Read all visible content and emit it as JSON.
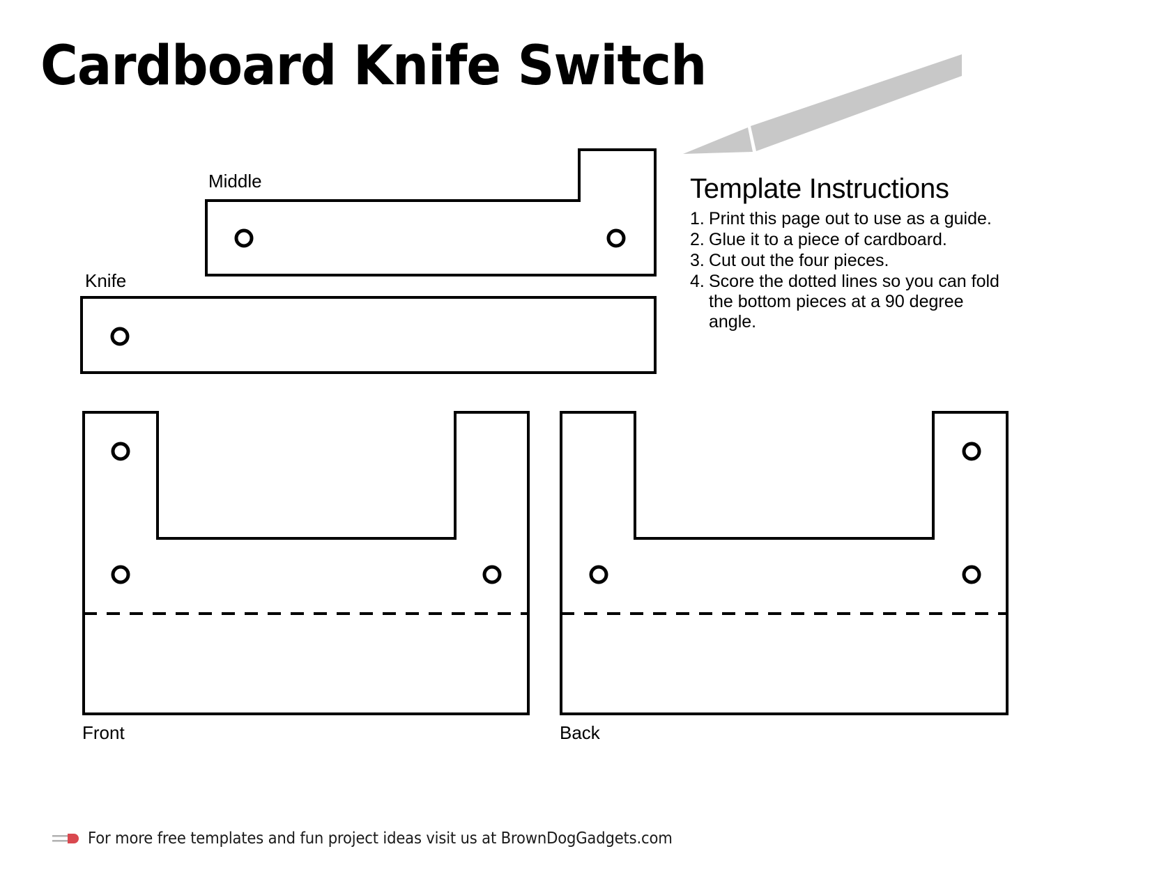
{
  "page": {
    "title": "Cardboard Knife Switch",
    "background_color": "#ffffff",
    "ink_color": "#000000"
  },
  "decoration": {
    "blade_icon": "craft-knife-icon",
    "blade_color": "#c8c8c8"
  },
  "instructions": {
    "heading": "Template Instructions",
    "steps": [
      {
        "num": "1.",
        "text": "Print this page out to use as a guide."
      },
      {
        "num": "2.",
        "text": "Glue it to a piece of cardboard."
      },
      {
        "num": "3.",
        "text": "Cut out the four pieces."
      },
      {
        "num": "4.",
        "text": "Score the dotted lines so you can fold the bottom pieces at a 90 degree angle."
      }
    ]
  },
  "pieces": {
    "middle": {
      "label": "Middle",
      "holes": 2,
      "fold_line": false
    },
    "knife": {
      "label": "Knife",
      "holes": 1,
      "fold_line": false
    },
    "front": {
      "label": "Front",
      "holes": 3,
      "fold_line": true
    },
    "back": {
      "label": "Back",
      "holes": 3,
      "fold_line": true
    }
  },
  "footer": {
    "icon": "led-icon",
    "text": "For more free templates and fun project ideas visit us at BrownDogGadgets.com",
    "led_color": "#d9484f",
    "led_leg_color": "#b3b3b3"
  }
}
